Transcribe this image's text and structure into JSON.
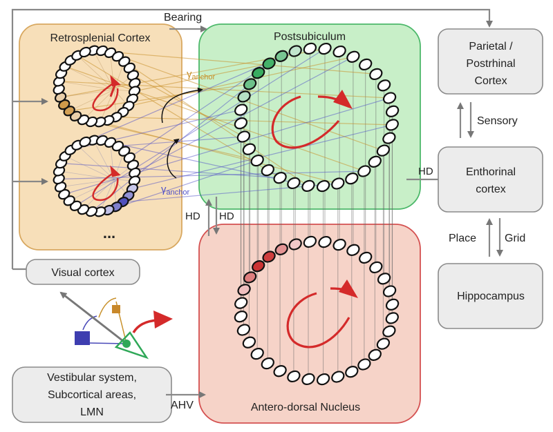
{
  "colors": {
    "retrosplenial_fill": "#f7dfb9",
    "retrosplenial_stroke": "#d8a860",
    "postsubiculum_fill": "#c8efc8",
    "postsubiculum_stroke": "#4cb86a",
    "antero_fill": "#f6d3c8",
    "antero_stroke": "#d45050",
    "gray_box_fill": "#ececec",
    "gray_box_stroke": "#8a8a8a",
    "arrow_gray": "#777777",
    "rotation_red": "#d42a2a",
    "anchor_orange": "#c8902a",
    "anchor_blue": "#5050c8",
    "neuron_green": "#2fa858",
    "neuron_red": "#c82828",
    "neuron_orange": "#c8882a",
    "neuron_blue": "#4848b8"
  },
  "regions": {
    "retrosplenial": {
      "title": "Retrosplenial Cortex",
      "ellipsis": "..."
    },
    "postsubiculum": {
      "title": "Postsubiculum"
    },
    "antero_dorsal": {
      "title": "Antero-dorsal Nucleus"
    }
  },
  "boxes": {
    "parietal": {
      "lines": [
        "Parietal /",
        "Postrhinal",
        "Cortex"
      ]
    },
    "entorhinal": {
      "lines": [
        "Enthorinal",
        "cortex"
      ]
    },
    "hippocampus": {
      "lines": [
        "Hippocampus"
      ]
    },
    "visual": {
      "lines": [
        "Visual cortex"
      ]
    },
    "vestibular": {
      "lines": [
        "Vestibular system,",
        "Subcortical areas,",
        "LMN"
      ]
    }
  },
  "arrow_labels": {
    "bearing": "Bearing",
    "sensory": "Sensory",
    "hd_to_entorhinal": "HD",
    "hd_up": "HD",
    "hd_down": "HD",
    "place": "Place",
    "grid": "Grid",
    "ahv": "AHV"
  },
  "anchor_labels": {
    "top": {
      "symbol": "γ",
      "subscript": "anchor"
    },
    "bottom": {
      "symbol": "γ",
      "subscript": "anchor"
    }
  },
  "rings": {
    "postsubiculum": {
      "neuron_count": 32,
      "active": [
        {
          "index": 26,
          "level": 0.35
        },
        {
          "index": 27,
          "level": 0.7
        },
        {
          "index": 28,
          "level": 0.95
        },
        {
          "index": 29,
          "level": 0.9
        },
        {
          "index": 30,
          "level": 0.65
        },
        {
          "index": 31,
          "level": 0.3
        }
      ]
    },
    "antero_dorsal": {
      "neuron_count": 32,
      "active": [
        {
          "index": 26,
          "level": 0.3
        },
        {
          "index": 27,
          "level": 0.6
        },
        {
          "index": 28,
          "level": 0.95
        },
        {
          "index": 29,
          "level": 0.9
        },
        {
          "index": 30,
          "level": 0.5
        },
        {
          "index": 31,
          "level": 0.25
        }
      ]
    },
    "retrosplenial_top": {
      "neuron_count": 28,
      "active": [
        {
          "index": 17,
          "level": 0.4
        },
        {
          "index": 18,
          "level": 0.8
        },
        {
          "index": 19,
          "level": 0.85
        },
        {
          "index": 20,
          "level": 0.4
        }
      ]
    },
    "retrosplenial_bottom": {
      "neuron_count": 28,
      "active": [
        {
          "index": 9,
          "level": 0.3
        },
        {
          "index": 10,
          "level": 0.6
        },
        {
          "index": 11,
          "level": 0.95
        },
        {
          "index": 12,
          "level": 0.7
        },
        {
          "index": 13,
          "level": 0.35
        }
      ]
    }
  }
}
